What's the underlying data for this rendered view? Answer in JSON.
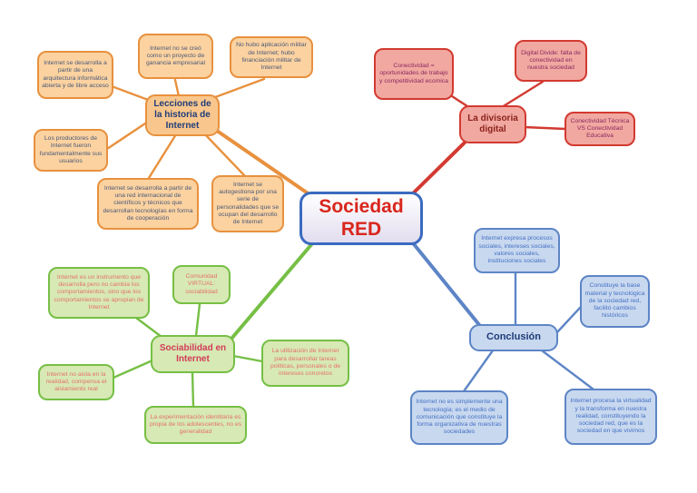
{
  "title": "Sociedad RED mind map",
  "center": {
    "label": "Sociedad RED"
  },
  "colors": {
    "center_border": "#3B6BBF",
    "center_text": "#D9261C",
    "orange_border": "#E8913E",
    "orange_fill": "#FBD2A0",
    "red_border": "#D23A31",
    "red_fill": "#F1A8A1",
    "green_border": "#76BF45",
    "green_fill": "#D7E9B4",
    "blue_border": "#5D85C6",
    "blue_fill": "#C8D8EF"
  },
  "branches": [
    {
      "id": "lecciones-historia",
      "label": "Lecciones de la historia de Internet",
      "color": "#E8913E",
      "leaves": [
        "Internet se desarrolla a partir de una arquitectura informática abierta y de libre acceso",
        "Internet no se creó como un proyecto de ganancia empresarial",
        "No hubo aplicación militar de Internet; hubo financiación militar de Internet",
        "Los productores de Internet fueron fundamentalmente sus usuarios",
        "Internet se desarrolla a partir de una red internacional de científicos y técnicos que desarrollan tecnologías en forma de cooperación",
        "Internet se autogestiona por una serie de personalidades que se ocupan del desarrollo de Internet"
      ]
    },
    {
      "id": "divisoria-digital",
      "label": "La divisoria digital",
      "color": "#D23A31",
      "leaves": [
        "Conectividad = oportunidades de trabajo y competitividad ecomica",
        "Digital Divide: falta de conectividad en nuestra sociedad",
        "Conectividad Técnica VS Conectividad Educativa"
      ]
    },
    {
      "id": "sociabilidad-internet",
      "label": "Sociabilidad en Internet",
      "color": "#76BF45",
      "leaves": [
        "Internet es un instrumento que desarrolla pero no cambia los comportamientos, sino que los comportamientos se apropian de Internet",
        "Comunidad VIRTUAL: sociabilidad",
        "Internet no aisla en la realidad, compensa el aislamiento real",
        "La utilización de Internet para desarrollar tareas políticas, personales o de intereses concretos",
        "La experimentación identitaria es propia de los adolescentes, no es generalidad"
      ]
    },
    {
      "id": "conclusion",
      "label": "Conclusión",
      "color": "#5D85C6",
      "leaves": [
        "Internet expresa procesos sociales, intereses sociales, valores sociales, instituciones sociales",
        "Constituye la base material y tecnológica de la sociedad red, facilitó cambios históricos",
        "Internet no es simplemente una tecnología; es el medio de comunicación que constituye la forma organizativa de nuestras sociedades",
        "Internet procesa la virtualidad y la transforma en nuestra realidad, constituyendo la sociedad red, que es la sociedad en que vivimos"
      ]
    }
  ]
}
